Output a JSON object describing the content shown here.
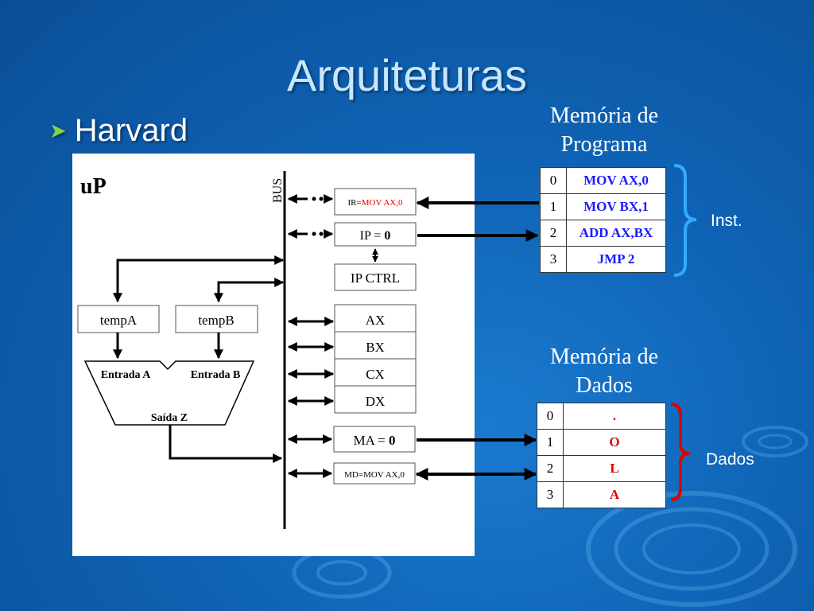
{
  "slide": {
    "title": "Arquiteturas",
    "bullet": "Harvard"
  },
  "diagram": {
    "up_label": "uP",
    "bus_label": "BUS",
    "ir": {
      "prefix": "IR=",
      "value": "MOV AX,0"
    },
    "ip": {
      "prefix": "IP = ",
      "value": "0"
    },
    "ip_ctrl": "IP CTRL",
    "temp_a": "tempA",
    "temp_b": "tempB",
    "alu": {
      "input_a": "Entrada A",
      "input_b": "Entrada B",
      "output": "Saída Z"
    },
    "registers": [
      "AX",
      "BX",
      "CX",
      "DX"
    ],
    "ma": {
      "prefix": "MA = ",
      "value": "0"
    },
    "md": "MD=MOV AX,0"
  },
  "program_memory": {
    "title_line1": "Memória de",
    "title_line2": "Programa",
    "rows": [
      {
        "index": "0",
        "value": "MOV AX,0"
      },
      {
        "index": "1",
        "value": "MOV BX,1"
      },
      {
        "index": "2",
        "value": "ADD AX,BX"
      },
      {
        "index": "3",
        "value": "JMP 2"
      }
    ],
    "brace_label": "Inst.",
    "brace_color": "#33aaff"
  },
  "data_memory": {
    "title_line1": "Memória de",
    "title_line2": "Dados",
    "rows": [
      {
        "index": "0",
        "value": "."
      },
      {
        "index": "1",
        "value": "O"
      },
      {
        "index": "2",
        "value": "L"
      },
      {
        "index": "3",
        "value": "A"
      }
    ],
    "brace_label": "Dados",
    "brace_color": "#e00000"
  },
  "colors": {
    "instruction_text": "#1a1aff",
    "data_text": "#e00000",
    "background": "#0f63b4"
  }
}
